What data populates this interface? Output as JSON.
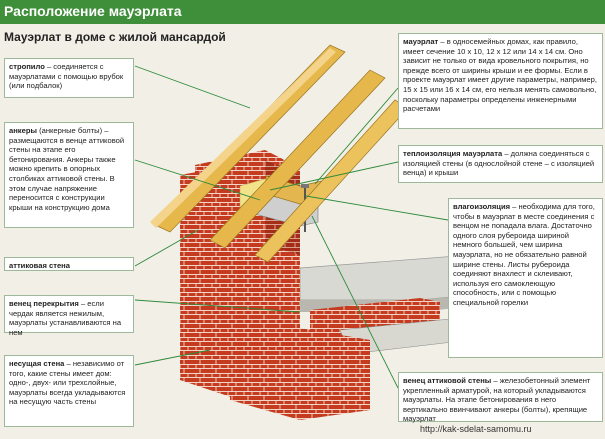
{
  "header": {
    "title": "Расположение мауэрлата"
  },
  "subtitle": "Мауэрлат в доме с жилой мансардой",
  "labels": {
    "stropilo": {
      "term": "стропило",
      "text": " – соединяется с мауэрлатами с помощью врубок (или подбалок)"
    },
    "ankery": {
      "term": "анкеры",
      "text": " (анкерные болты) – размещаются в венце аттиковой стены на этапе его бетонирования. Анкеры также можно крепить в опорных столбиках аттиковой стены. В этом случае напряжение переносится с конструкции крыши на конструкцию дома"
    },
    "attic_wall": {
      "term": "аттиковая стена",
      "text": ""
    },
    "floor_crown": {
      "term": "венец перекрытия",
      "text": " – если чердак является нежилым, мауэрлаты устанавливаются на нем"
    },
    "bearing_wall": {
      "term": "несущая стена",
      "text": " – независимо от того, какие стены имеет дом: одно-, двух- или трехслойные, мауэрлаты всегда укладываются на несущую часть стены"
    },
    "mauerlat": {
      "term": "мауэрлат",
      "text": " – в односемейных домах, как правило, имеет сечение 10 х 10, 12 х 12 или 14 х 14 см. Оно зависит не только от вида кровельного покрытия, но прежде всего от ширины крыши и ее формы. Если в проекте мауэрлат имеет другие параметры, например, 15 х 15 или 16 х 14 см, его нельзя менять самовольно, поскольку параметры определены инженерными расчетами"
    },
    "thermal": {
      "term": "теплоизоляция мауэрлата",
      "text": " – должна соединяться с изоляцией стены (в однослойной стене – с изоляцией венца) и крыши"
    },
    "moisture": {
      "term": "влагоизоляция",
      "text": " – необходима для того, чтобы в мауэрлат в месте соединения с венцом не попадала влага. Достаточно одного слоя рубероида шириной немного большей, чем ширина мауэрлата, но не обязательно равной ширине стены. Листы рубероида соединяют внахлест и склеивают, используя его самоклеющую способность, или с помощью специальной горелки"
    },
    "attic_crown": {
      "term": "венец аттиковой стены",
      "text": " – железобетонный элемент укрепленный арматурой, на который укладываются мауэрлаты. На этапе бетонирования в него вертикально ввинчивают анкеры (болты), крепящие мауэрлат"
    }
  },
  "url": "http://kak-sdelat-samomu.ru",
  "colors": {
    "header": "#3f8f3a",
    "brick": "#c43b20",
    "wood": "#e3b64f"
  }
}
